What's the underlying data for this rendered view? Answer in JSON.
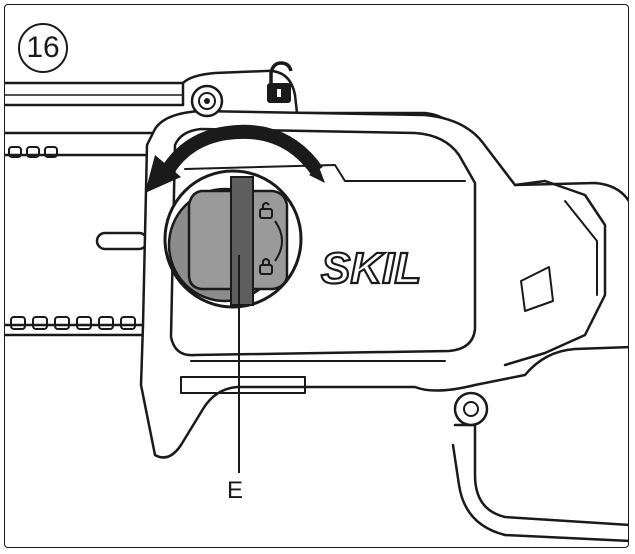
{
  "figure": {
    "step_number": "16",
    "callout_label": "E",
    "brand_label": "SKIL",
    "icons": {
      "unlock": "padlock-open-icon",
      "rotation": "counterclockwise-arrow-icon"
    },
    "colors": {
      "line": "#1a1a1a",
      "body_fill": "#ffffff",
      "knob_fill": "#8c8c8c",
      "knob_dark": "#5e5e5e"
    }
  }
}
